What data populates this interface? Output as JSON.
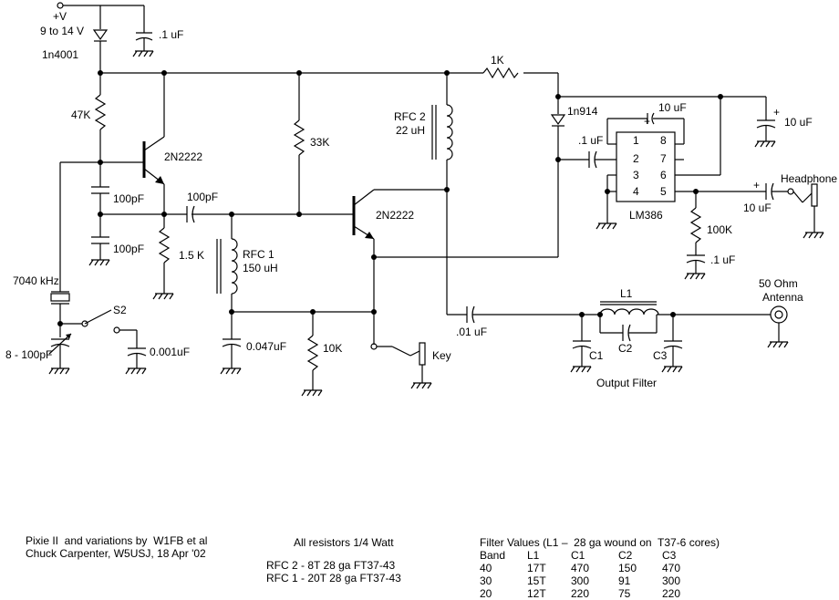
{
  "labels": {
    "supply": "+V",
    "supply_range": "9 to 14 V",
    "diode_1n4001": "1n4001",
    "cap_top": ".1 uF",
    "r_47k": "47K",
    "q1": "2N2222",
    "c_100p_a": "100pF",
    "c_100p_b": "100pF",
    "c_100p_coupling": "100pF",
    "r_1_5k": "1.5 K",
    "crystal": "7040 kHz",
    "switch": "S2",
    "trim": "8 - 100pF",
    "c_0001": "0.001uF",
    "r_33k": "33K",
    "rfc2": "RFC 2",
    "rfc2_value": "22 uH",
    "rfc1": "RFC 1",
    "rfc1_value": "150 uH",
    "c_0047": "0.047uF",
    "r_10k": "10K",
    "key": "Key",
    "q2": "2N2222",
    "r_1k": "1K",
    "diode_1n914": "1n914",
    "c_01_lm": ".1 uF",
    "c_10u_top": "10 uF",
    "c_10u_right": "10 uF",
    "c_10u_out": "10 uF",
    "ic": "LM386",
    "headphone": "Headphone",
    "r_100k": "100K",
    "c_01_bottom": ".1 uF",
    "c_01_out": ".01 uF",
    "l1": "L1",
    "c1": "C1",
    "c2": "C2",
    "c3": "C3",
    "output_filter": "Output Filter",
    "antenna": "50 Ohm\nAntenna",
    "plus": "+",
    "pins": [
      "1",
      "8",
      "2",
      "7",
      "3",
      "6",
      "4",
      "5"
    ]
  },
  "notes": {
    "credit": "Pixie II  and variations by  W1FB et al\nChuck Carpenter, W5USJ, 18 Apr '02",
    "resistors": "All resistors 1/4 Watt",
    "rfc": "RFC 2 - 8T 28 ga FT37-43\nRFC 1 - 20T 28 ga FT37-43"
  },
  "filter_table": {
    "title": "Filter Values (L1 –  28 ga wound on  T37-6 cores)",
    "headers": [
      "Band",
      "L1",
      "C1",
      "C2",
      "C3"
    ],
    "rows": [
      [
        "40",
        "17T",
        "470",
        "150",
        "470"
      ],
      [
        "30",
        "15T",
        "300",
        "91",
        "300"
      ],
      [
        "20",
        "12T",
        "220",
        "75",
        "220"
      ]
    ]
  }
}
